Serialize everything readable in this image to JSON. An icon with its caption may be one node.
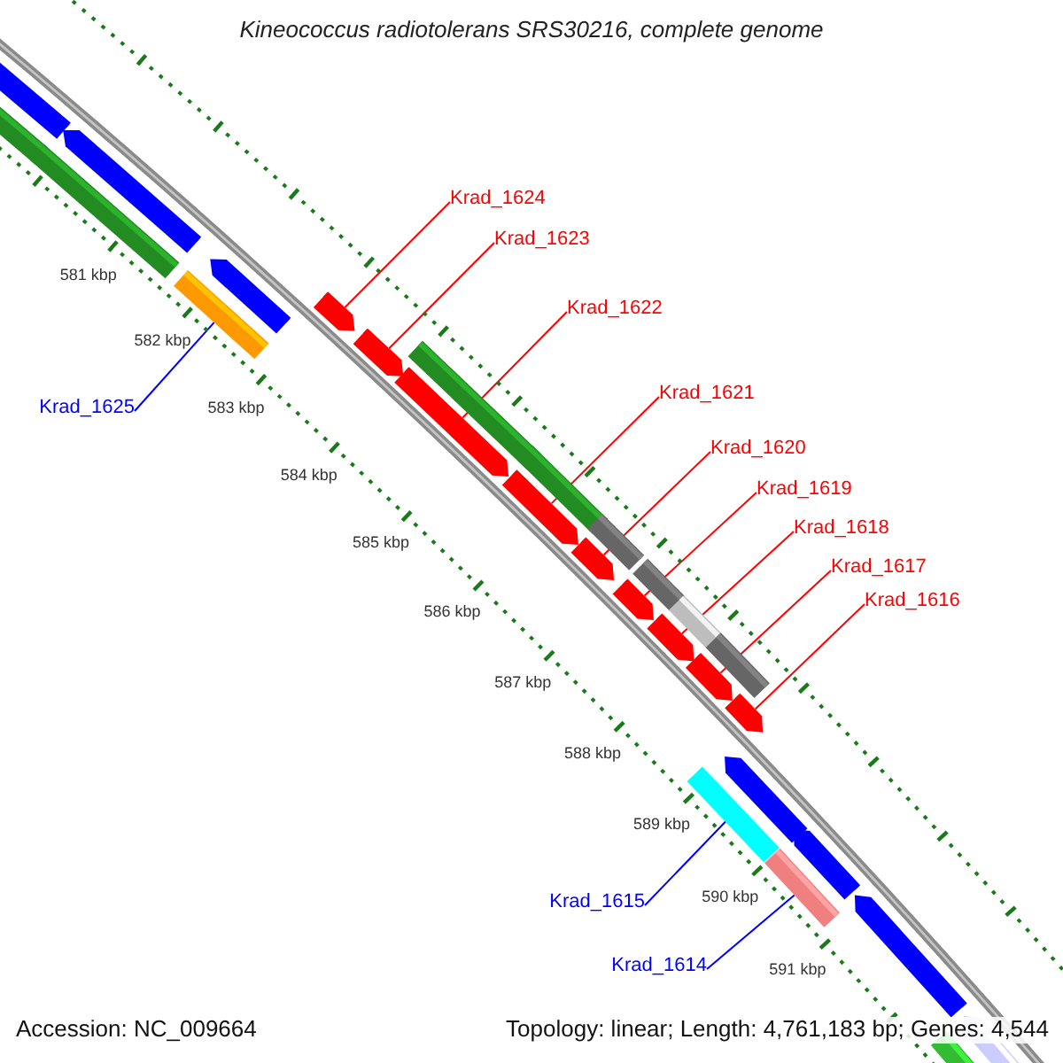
{
  "diagram": {
    "title": "Kineococcus radiotolerans SRS30216, complete genome",
    "nodes": [
      {
        "text": [
          "Krad_1624"
        ]
      },
      {
        "text": [
          "Krad_1623"
        ]
      },
      {
        "text": [
          "Krad_1622"
        ]
      },
      {
        "text": [
          "Krad_1621"
        ]
      },
      {
        "text": [
          "Krad_1625"
        ]
      },
      {
        "text": [
          "Krad_1620"
        ]
      },
      {
        "text": [
          "Krad_1619"
        ]
      },
      {
        "text": [
          "Krad_1618"
        ]
      },
      {
        "text": [
          "Krad_1617"
        ]
      },
      {
        "text": [
          "Krad_1616"
        ]
      },
      {
        "text": [
          "Krad_1615"
        ]
      },
      {
        "text": [
          "Krad_1614"
        ]
      },
      {
        "text": [],
        "shape": "bar"
      },
      {
        "text": [],
        "shape": "arrow"
      },
      {
        "text": [],
        "shape": "arrow"
      },
      {
        "text": [],
        "shape": "arrow"
      },
      {
        "text": [],
        "shape": "arrow"
      },
      {
        "text": [],
        "shape": "arrow"
      },
      {
        "text": [],
        "shape": "arrow"
      },
      {
        "text": [],
        "shape": "arrow"
      },
      {
        "text": [],
        "shape": "arrow"
      },
      {
        "text": [],
        "shape": "arrow"
      },
      {
        "text": [],
        "shape": "bar"
      },
      {
        "text": [],
        "shape": "bar"
      }
    ],
    "edges": [
      {
        "from": 0,
        "to": 13,
        "arrow": "none"
      },
      {
        "from": 1,
        "to": 14,
        "arrow": "none"
      },
      {
        "from": 2,
        "to": 15,
        "arrow": "none"
      },
      {
        "from": 3,
        "to": 16,
        "arrow": "none"
      },
      {
        "from": 4,
        "to": 12,
        "arrow": "none",
        "color": "#0000ff"
      },
      {
        "from": 5,
        "to": 17,
        "arrow": "none"
      },
      {
        "from": 6,
        "to": 18,
        "arrow": "none"
      },
      {
        "from": 7,
        "to": 19,
        "arrow": "none"
      },
      {
        "from": 8,
        "to": 20,
        "arrow": "none"
      },
      {
        "from": 9,
        "to": 21,
        "arrow": "none"
      },
      {
        "from": 10,
        "to": 22,
        "arrow": "none",
        "color": "#0000ff"
      },
      {
        "from": 11,
        "to": 23,
        "arrow": "none",
        "color": "#0000ff"
      }
    ],
    "labels": [
      "581 kbp",
      "582 kbp",
      "583 kbp",
      "584 kbp",
      "585 kbp",
      "586 kbp",
      "587 kbp",
      "588 kbp",
      "589 kbp",
      "590 kbp",
      "591 kbp",
      "Accession: NC_009664",
      "Topology: linear; Length: 4,761,183 bp; Genes: 4,544"
    ]
  }
}
